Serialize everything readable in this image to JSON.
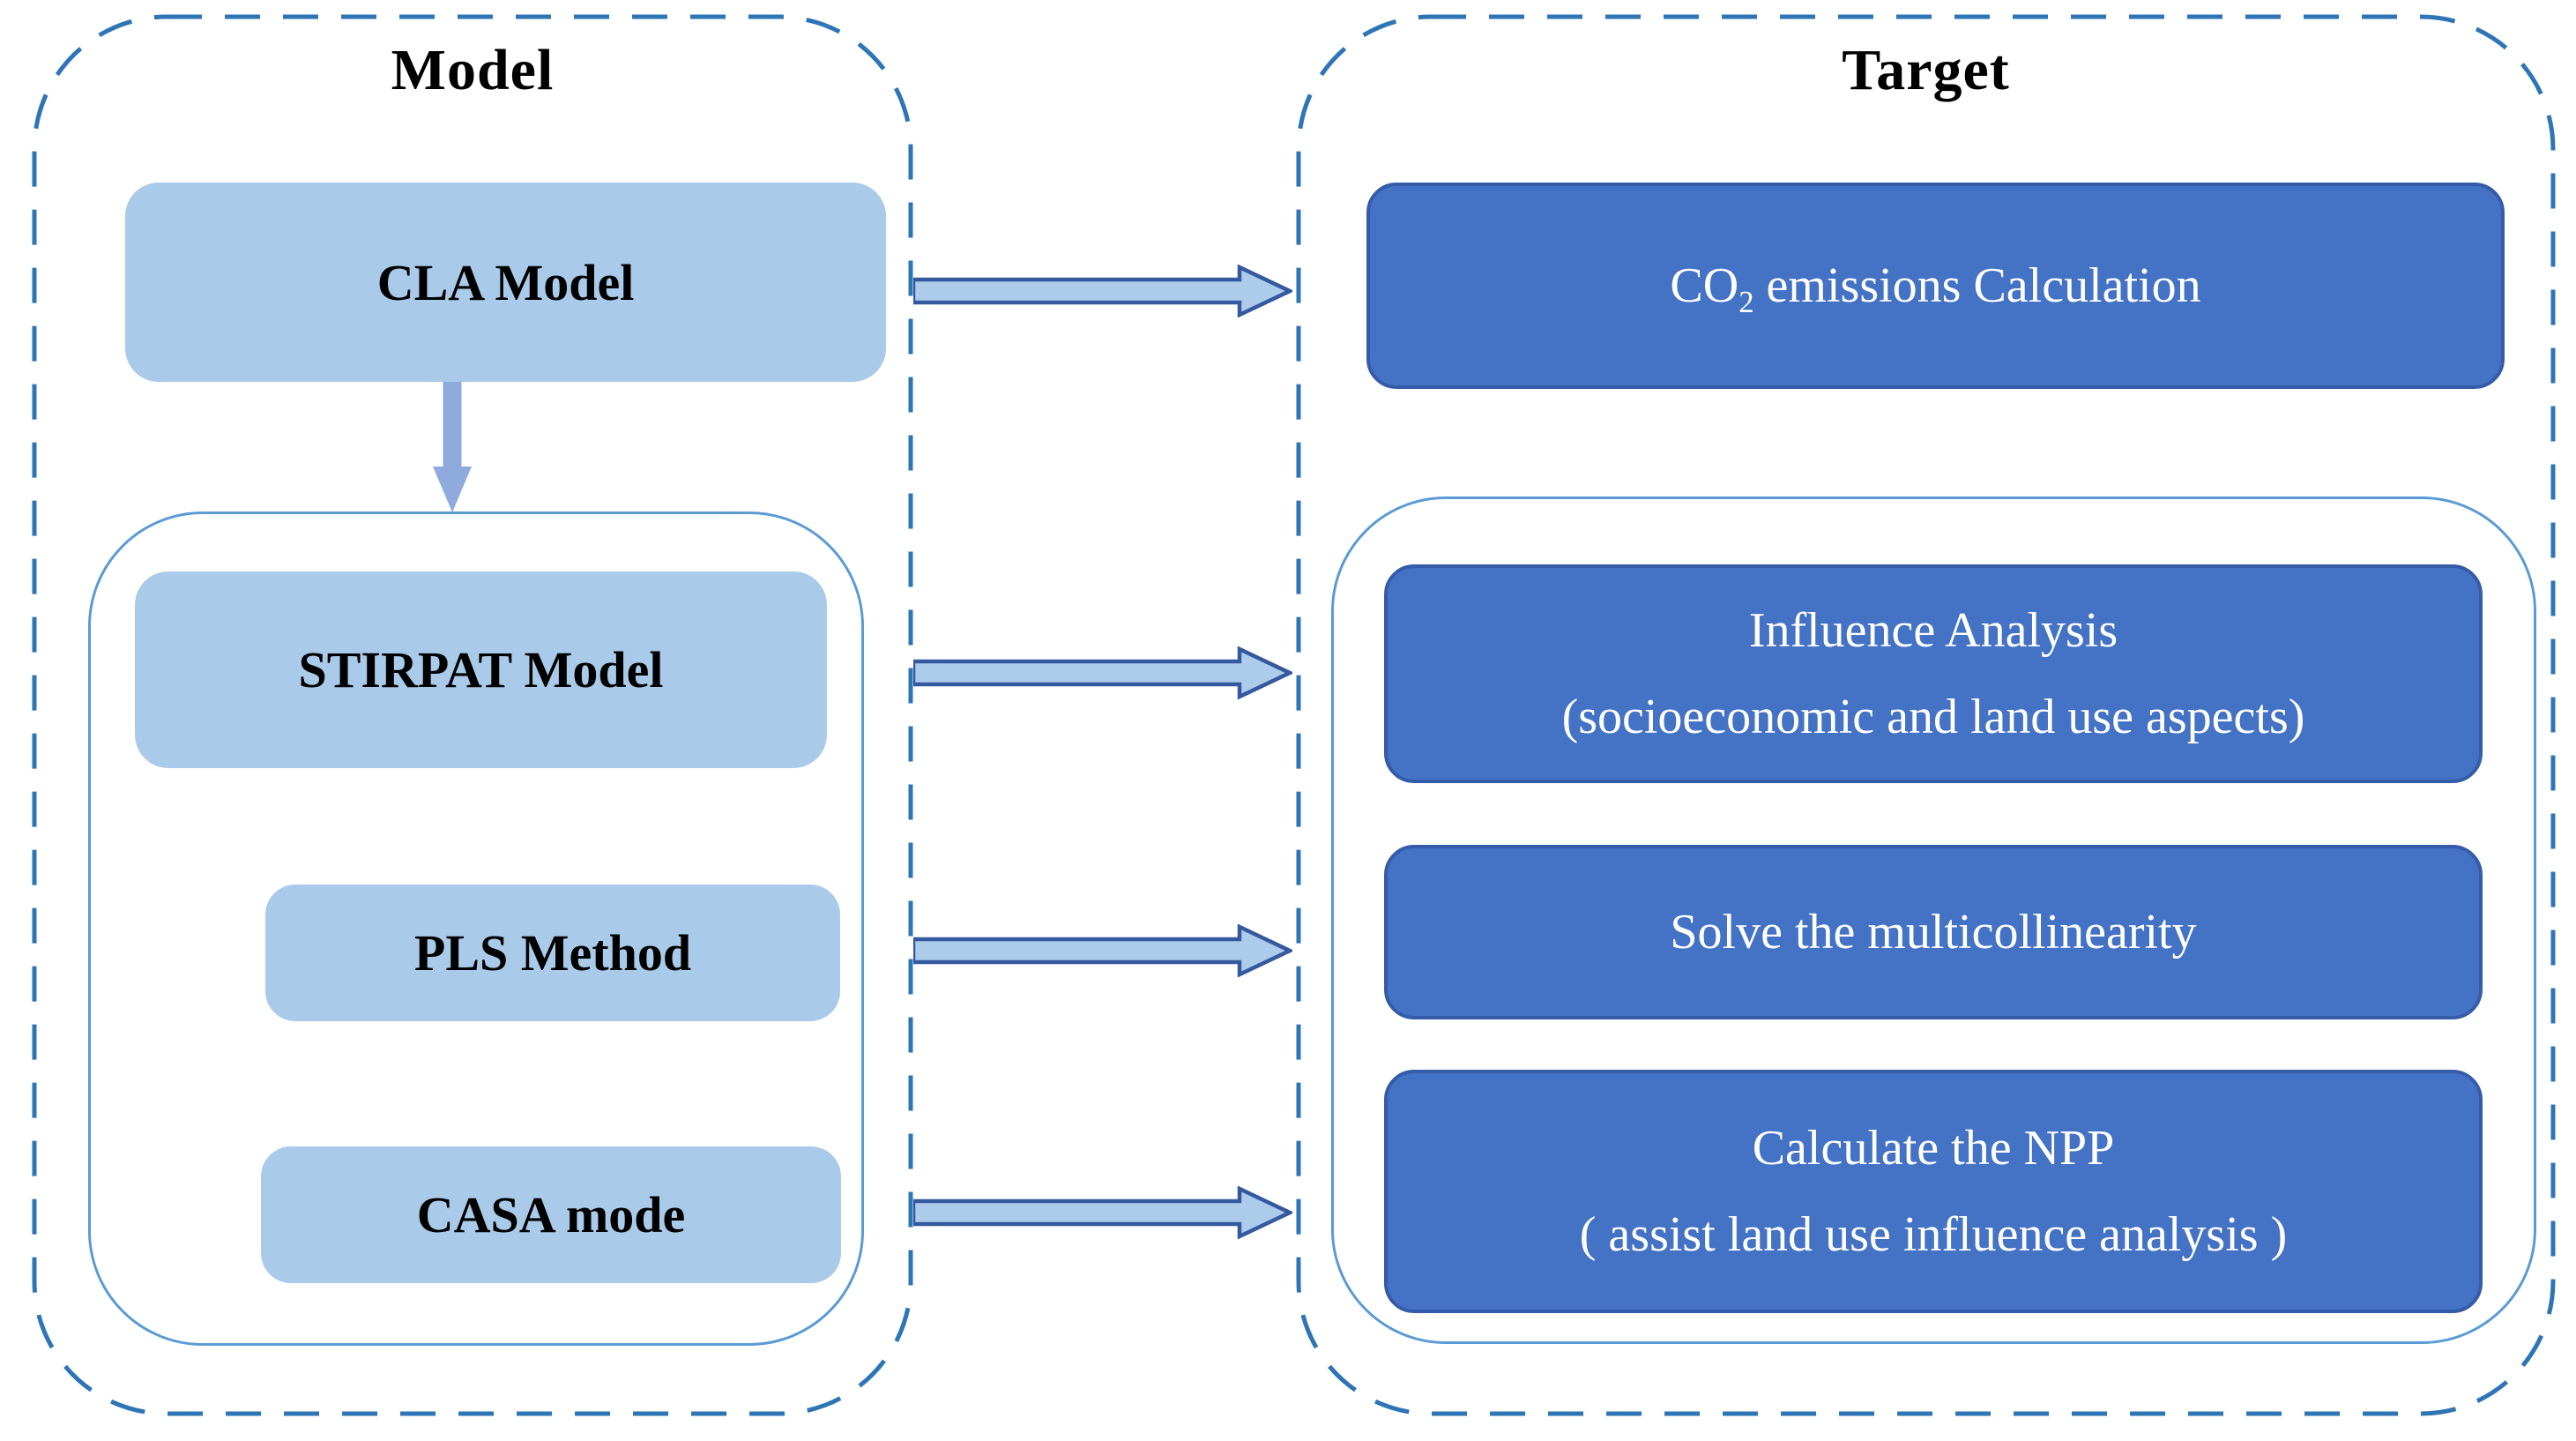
{
  "diagram": {
    "left_panel": {
      "title": "Model",
      "cla_box": "CLA Model",
      "inner_boxes": {
        "stirpat": "STIRPAT Model",
        "pls": "PLS Method",
        "casa": "CASA mode"
      }
    },
    "right_panel": {
      "title": "Target",
      "co2_box": {
        "prefix": "CO",
        "subscript": "2",
        "suffix": " emissions Calculation"
      },
      "influence_box": {
        "line1": "Influence Analysis",
        "line2": "(socioeconomic and land use aspects)"
      },
      "solve_box": "Solve the multicollinearity",
      "npp_box": {
        "line1": "Calculate the NPP",
        "line2": "( assist land use influence analysis )"
      }
    },
    "colors": {
      "light_box_fill": "#A9CAE9",
      "dark_box_fill": "#4472C4",
      "dark_box_border": "#355CA8",
      "panel_dashed_border": "#2E75B6",
      "inner_container_border": "#5B9BD5",
      "arrow_fill": "#ADCBEA",
      "arrow_stroke": "#35599E",
      "down_arrow_fill": "#8FAADC",
      "text_dark": "#000000",
      "text_light": "#FFFFFF"
    }
  }
}
